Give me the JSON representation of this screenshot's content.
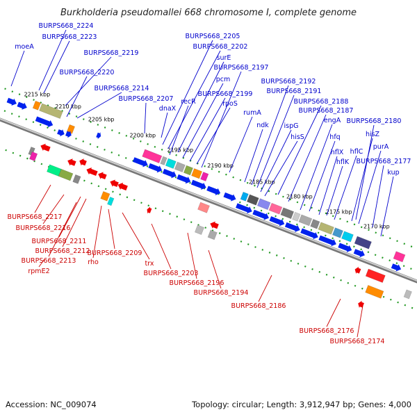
{
  "title": "Burkholderia pseudomallei 668 chromosome I, complete genome",
  "footer": {
    "accession": "Accession: NC_009074",
    "summary": "Topology: circular; Length: 3,912,947 bp; Genes: 4,000"
  },
  "colors": {
    "forward_label": "#0000cc",
    "reverse_label": "#cc0000",
    "forward_feature": "#0022ee",
    "reverse_feature": "#ee0000",
    "tick_dots": "#229922",
    "backbone": "#888888"
  },
  "ticks": [
    {
      "label": "2215 kbp"
    },
    {
      "label": "2210 kbp"
    },
    {
      "label": "2205 kbp"
    },
    {
      "label": "2200 kbp"
    },
    {
      "label": "2195 kbp"
    },
    {
      "label": "2190 kbp"
    },
    {
      "label": "2185 kbp"
    },
    {
      "label": "2180 kbp"
    },
    {
      "label": "2175 kbp"
    },
    {
      "label": "2170 kbp"
    }
  ],
  "forward_labels": [
    {
      "text": "moeA"
    },
    {
      "text": "BURPS668_2224"
    },
    {
      "text": "BURPS668_2223"
    },
    {
      "text": "BURPS668_2219"
    },
    {
      "text": "BURPS668_2220"
    },
    {
      "text": "BURPS668_2214"
    },
    {
      "text": "BURPS668_2207"
    },
    {
      "text": "dnaX"
    },
    {
      "text": "BURPS668_2205"
    },
    {
      "text": "BURPS668_2202"
    },
    {
      "text": "surE"
    },
    {
      "text": "recR"
    },
    {
      "text": "pcm"
    },
    {
      "text": "BURPS668_2199"
    },
    {
      "text": "rpoS"
    },
    {
      "text": "BURPS668_2197"
    },
    {
      "text": "rumA"
    },
    {
      "text": "ndk"
    },
    {
      "text": "BURPS668_2192"
    },
    {
      "text": "BURPS668_2191"
    },
    {
      "text": "ispG"
    },
    {
      "text": "hisS"
    },
    {
      "text": "BURPS668_2188"
    },
    {
      "text": "BURPS668_2187"
    },
    {
      "text": "engA"
    },
    {
      "text": "hfq"
    },
    {
      "text": "hflX"
    },
    {
      "text": "hflK"
    },
    {
      "text": "hflC"
    },
    {
      "text": "BURPS668_2180"
    },
    {
      "text": "hisZ"
    },
    {
      "text": "purA"
    },
    {
      "text": "BURPS668_2177"
    },
    {
      "text": "kup"
    }
  ],
  "reverse_labels": [
    {
      "text": "BURPS668_2217"
    },
    {
      "text": "BURPS668_2216"
    },
    {
      "text": "BURPS668_2211"
    },
    {
      "text": "BURPS668_2212"
    },
    {
      "text": "BURPS668_2213"
    },
    {
      "text": "rpmE2"
    },
    {
      "text": "rho"
    },
    {
      "text": "BURPS668_2209"
    },
    {
      "text": "trx"
    },
    {
      "text": "BURPS668_2203"
    },
    {
      "text": "BURPS668_2196"
    },
    {
      "text": "BURPS668_2194"
    },
    {
      "text": "BURPS668_2186"
    },
    {
      "text": "BURPS668_2176"
    },
    {
      "text": "BURPS668_2174"
    }
  ]
}
